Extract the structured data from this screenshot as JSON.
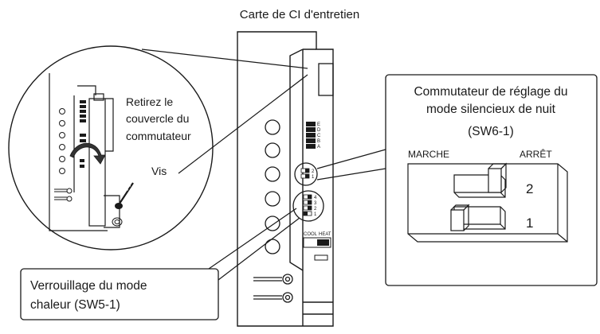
{
  "title": "Carte de CI d'entretien",
  "callout_cover": {
    "line1": "Retirez le",
    "line2": "couvercle du",
    "line3": "commutateur"
  },
  "screw_label": "Vis",
  "silent_mode": {
    "line1": "Commutateur de réglage du",
    "line2": "mode silencieux de nuit",
    "line3": "(SW6-1)",
    "on_label": "MARCHE",
    "off_label": "ARRÊT",
    "switch_upper": "2",
    "switch_lower": "1"
  },
  "heat_lock": {
    "line1": "Verrouillage du mode",
    "line2": "chaleur (SW5-1)"
  },
  "board": {
    "sw_top_letters": [
      "E",
      "D",
      "C",
      "B",
      "A"
    ],
    "sw6_numbers": [
      "2",
      "1"
    ],
    "sw5_numbers": [
      "4",
      "3",
      "2",
      "1"
    ],
    "cool_label": "COOL",
    "heat_label": "HEAT"
  }
}
